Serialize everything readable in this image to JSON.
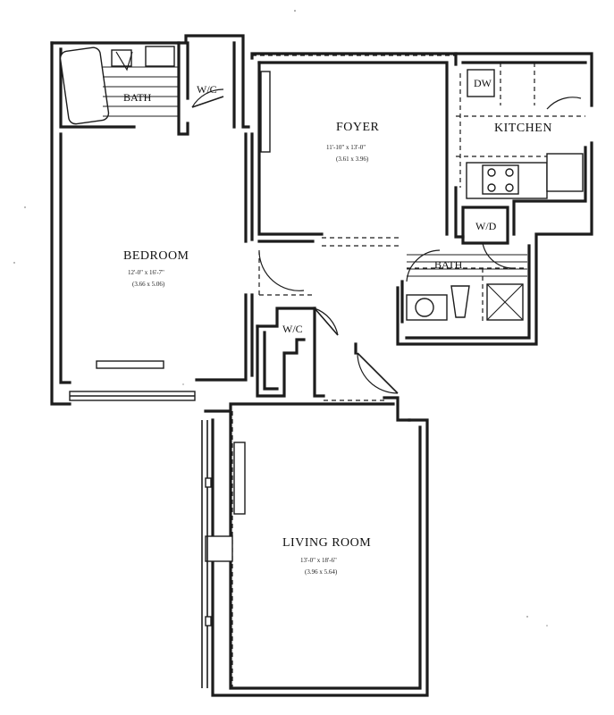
{
  "rooms": {
    "bath_master": {
      "label": "BATH"
    },
    "wc_bedroom": {
      "label": "W/C"
    },
    "foyer": {
      "label": "FOYER",
      "dim_imperial": "11'-10\" x 13'-0\"",
      "dim_metric": "(3.61 x 3.96)"
    },
    "dw": {
      "label": "DW"
    },
    "kitchen": {
      "label": "KITCHEN"
    },
    "bedroom": {
      "label": "BEDROOM",
      "dim_imperial": "12'-0\" x 16'-7\"",
      "dim_metric": "(3.66 x 5.06)"
    },
    "wd": {
      "label": "W/D"
    },
    "bath_hall": {
      "label": "BATH"
    },
    "wc_hall": {
      "label": "W/C"
    },
    "living_room": {
      "label": "LIVING ROOM",
      "dim_imperial": "13'-0\" x 18'-6\"",
      "dim_metric": "(3.96 x 5.64)"
    }
  }
}
